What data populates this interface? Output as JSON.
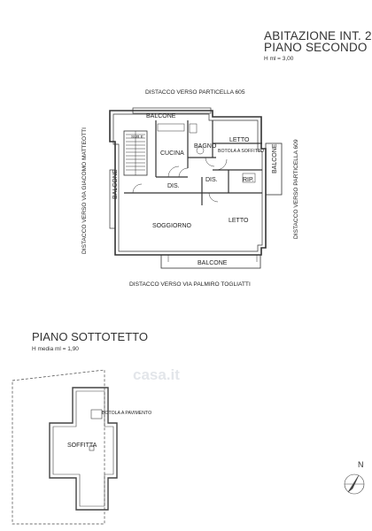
{
  "header": {
    "title_line1": "ABITAZIONE INT. 2",
    "title_line2": "PIANO SECONDO",
    "height_note": "H ml = 3,00"
  },
  "floor2": {
    "dist_north": "DISTACCO VERSO PARTICELLA 605",
    "dist_south": "DISTACCO VERSO VIA PALMIRO TOGLIATTI",
    "dist_west": "DISTACCO VERSO VIA GIACOMO MATTEOTTI",
    "dist_east": "DISTACCO VERSO PARTICELLA 609",
    "rooms": {
      "balcone_top": "BALCONE",
      "balcone_left": "BALCONE",
      "balcone_right": "BALCONE",
      "balcone_bottom": "BALCONE",
      "cucina": "CUCINA",
      "bagno": "BAGNO",
      "letto1": "LETTO",
      "letto2": "LETTO",
      "botola": "BOTOLA A SOFFITTO",
      "dis1": "DIS.",
      "dis2": "DIS.",
      "rip": "RIP.",
      "soggiorno": "SOGGIORNO",
      "sube": "SUB E"
    }
  },
  "attic": {
    "title": "PIANO SOTTOTETTO",
    "height_note": "H media ml = 1,90",
    "botola": "BOTOLA A PAVIMENTO",
    "soffitta": "SOFFITTA"
  },
  "compass": {
    "label": "N"
  },
  "watermark": "casa.it"
}
